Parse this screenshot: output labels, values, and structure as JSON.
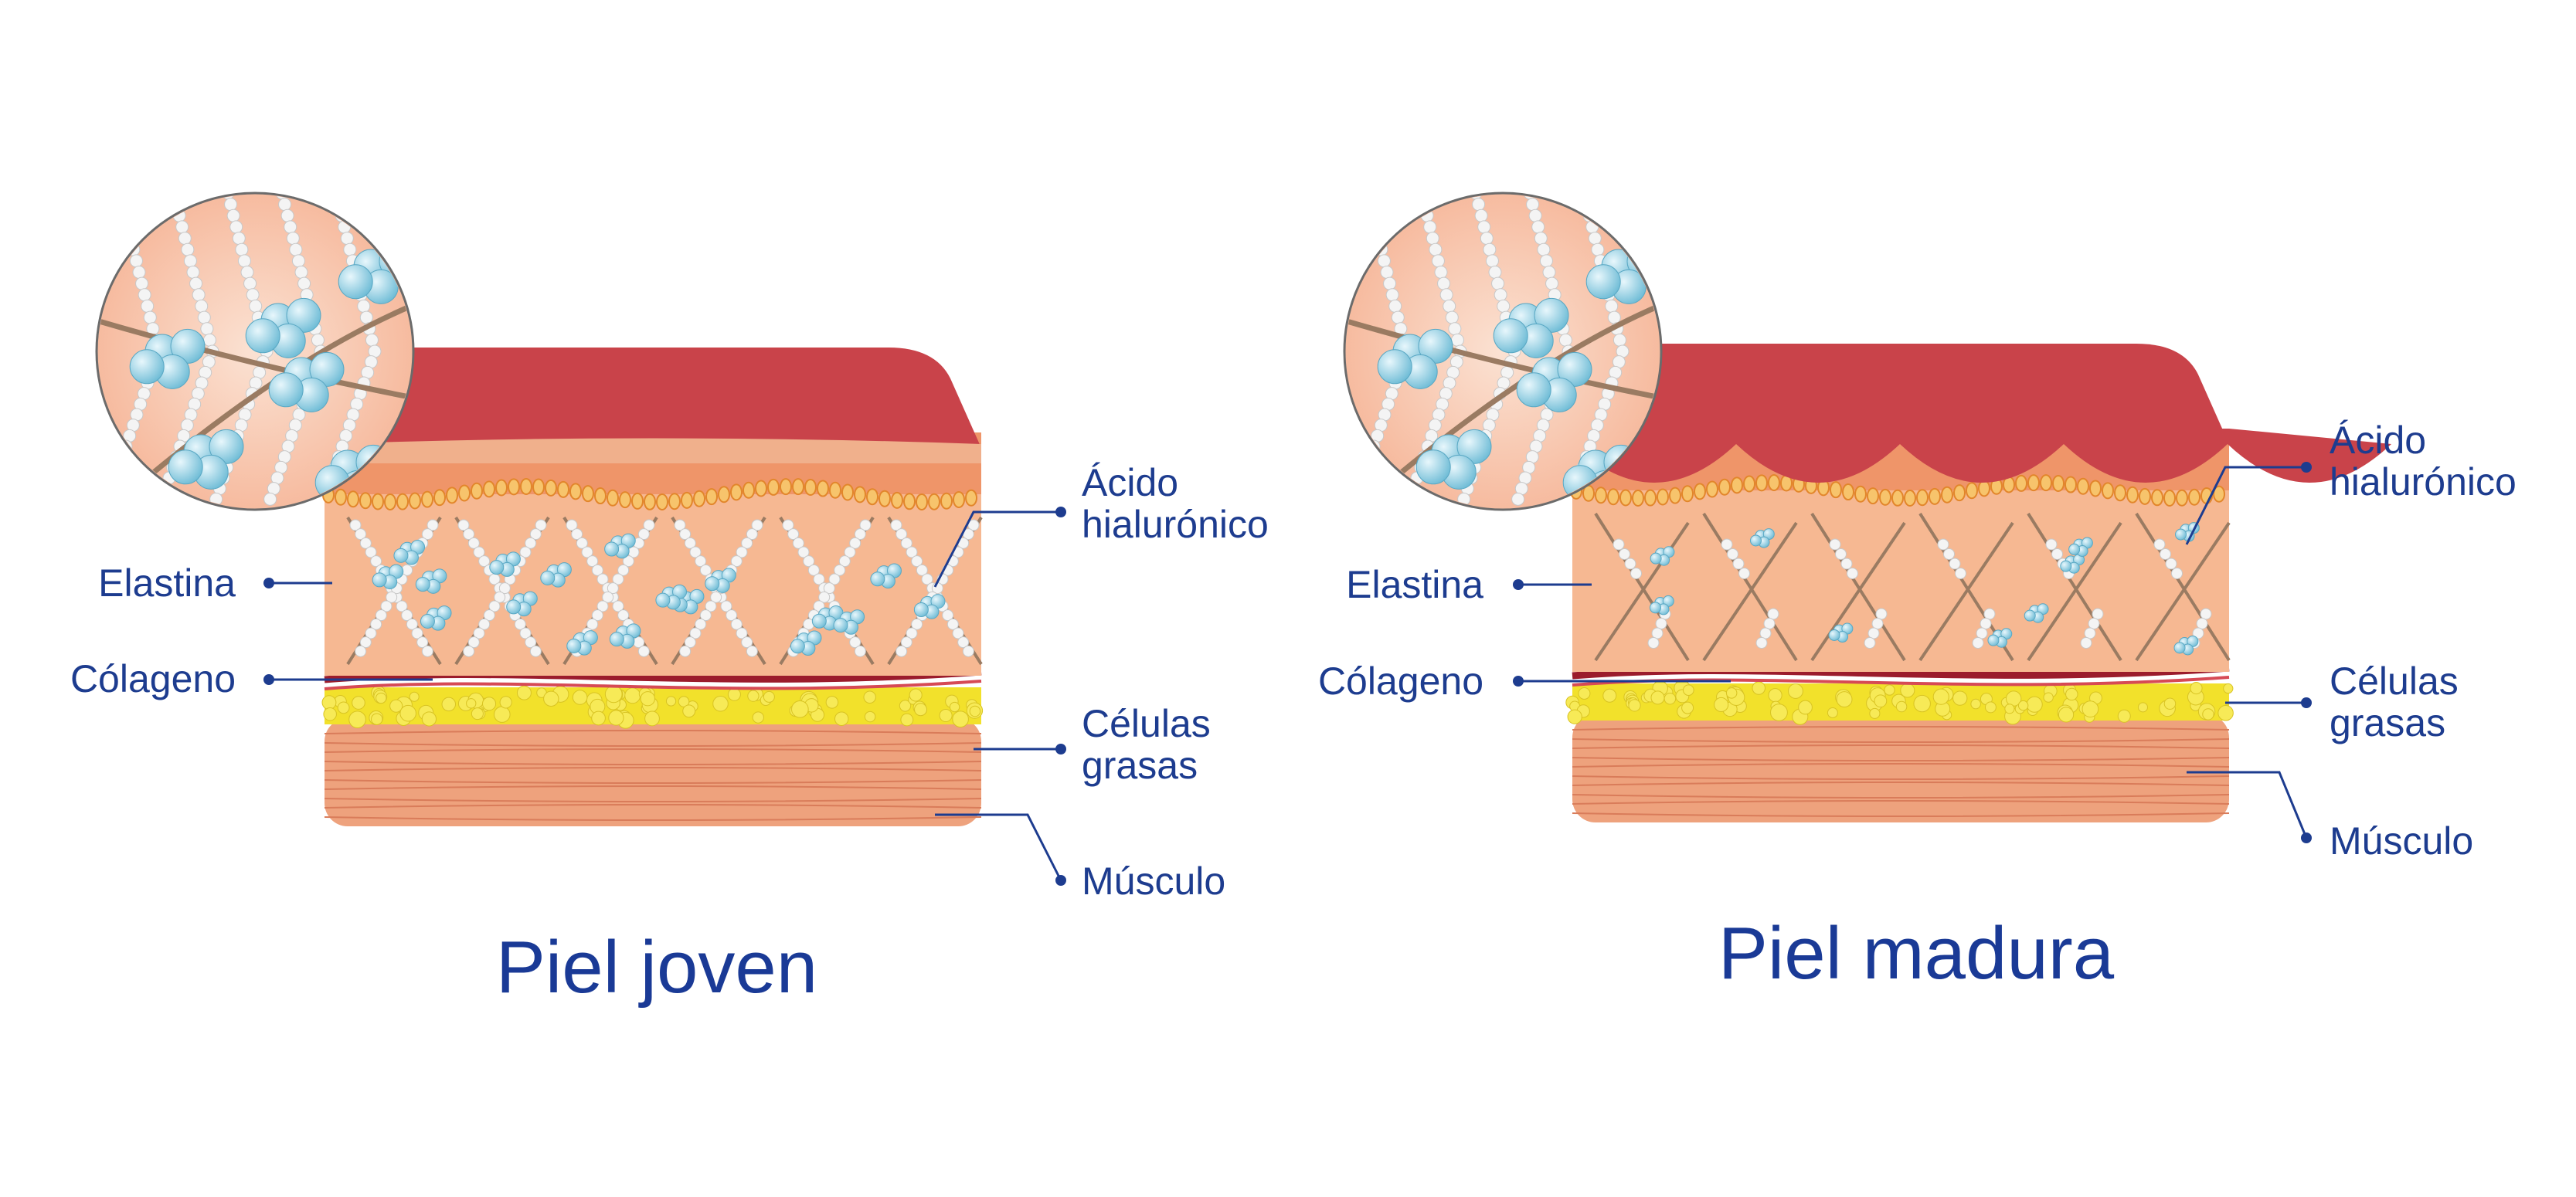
{
  "panels": [
    {
      "title": "Piel joven",
      "labels": {
        "elastin": "Elastina",
        "collagen": "Cólageno",
        "hyaluronic": "Ácido hialurónico",
        "fat": "Células grasas",
        "muscle": "Músculo"
      }
    },
    {
      "title": "Piel madura",
      "labels": {
        "elastin": "Elastina",
        "collagen": "Cólageno",
        "hyaluronic": "Ácido hialurónico",
        "fat": "Células grasas",
        "muscle": "Músculo"
      }
    }
  ],
  "colors": {
    "text": "#1d3c8f",
    "epidermis": "#c9434a",
    "dermis_top": "#ef9569",
    "dermis": "#f6b892",
    "blood_vessel": "#9b1c2c",
    "fat": "#f2e12b",
    "muscle": "#eea27d",
    "hyaluronic": "#6fbcd6",
    "collagen": "#f4f4f4",
    "elastin": "#9a7b62"
  }
}
